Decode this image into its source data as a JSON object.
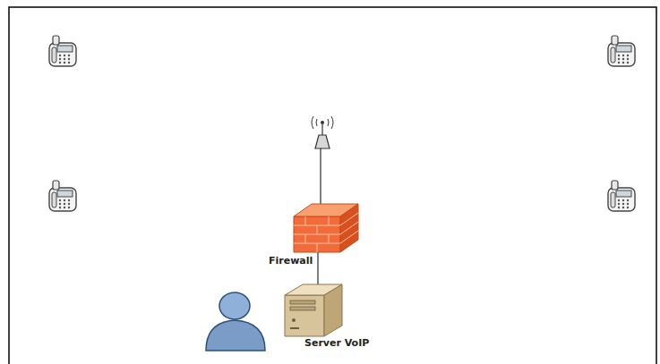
{
  "diagram": {
    "nodes": [
      {
        "text": [
          "Firewall"
        ]
      },
      {
        "text": [
          "Server VoIP"
        ]
      }
    ],
    "edges": [
      {
        "from": 0,
        "to": 1,
        "arrow": "none"
      }
    ]
  }
}
